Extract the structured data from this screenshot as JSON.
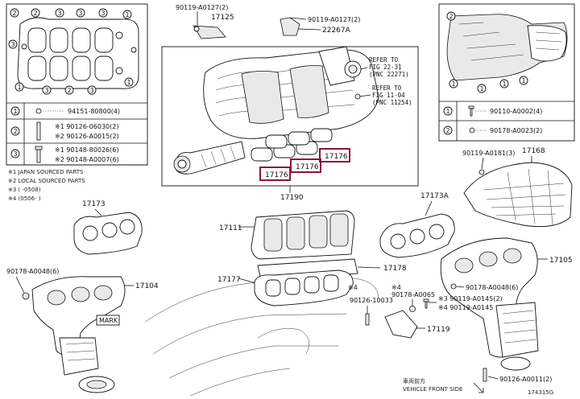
{
  "inset_left": {
    "rows": [
      {
        "num": "1",
        "part": "94151-80800(4)"
      },
      {
        "num": "2",
        "part_a": "※1 90126-06030(2)",
        "part_b": "※2 90126-A0015(2)"
      },
      {
        "num": "3",
        "part_a": "※1 90148-80026(6)",
        "part_b": "※2 90148-A0007(6)"
      }
    ],
    "notes": [
      "※1 JAPAN SOURCED PARTS",
      "※2 LOCAL SOURCED PARTS",
      "※3 (   -0508)",
      "※4 (0506-      )"
    ]
  },
  "inset_right": {
    "rows": [
      {
        "num": "1",
        "part": "90110-A0002(4)"
      },
      {
        "num": "2",
        "part": "90178-A0023(2)"
      }
    ]
  },
  "callouts_top": {
    "p1": "90119-A0127(2)",
    "p2": "17125",
    "p3": "90119-A0127(2)",
    "p4": "22267A",
    "ref1_a": "REFER TO",
    "ref1_b": "FIG 22-31",
    "ref1_c": "(PNC 22271)",
    "ref2_a": "REFER TO",
    "ref2_b": "FIG 11-04",
    "ref2_c": "(PNC 11254)",
    "gasket1": "17176",
    "gasket2": "17176",
    "gasket3": "17176",
    "assembly": "17190"
  },
  "callouts_main": {
    "p17173": "17173",
    "p17173A": "17173A",
    "p17168": "17168",
    "p90119_181": "90119-A0181(3)",
    "p17111": "17111",
    "p17178": "17178",
    "p17177": "17177",
    "p17105": "17105",
    "p17104": "17104",
    "p90178_48_left": "90178-A0048(6)",
    "p90178_48_right": "90178-A0048(6)",
    "mark": "MARK",
    "s4a": "※4",
    "p90178_65": "90178-A0065",
    "s4b": "※4",
    "p90126_33": "90126-10033",
    "s3_145": "※3 90119-A0145(2)",
    "s4_145": "※4 90119-A0145",
    "p17119": "17119",
    "p90126_11": "90126-A0011(2)",
    "vehicle_front_jp": "車両前方",
    "vehicle_front": "VEHICLE FRONT SIDE",
    "figure_code": "174315G"
  }
}
